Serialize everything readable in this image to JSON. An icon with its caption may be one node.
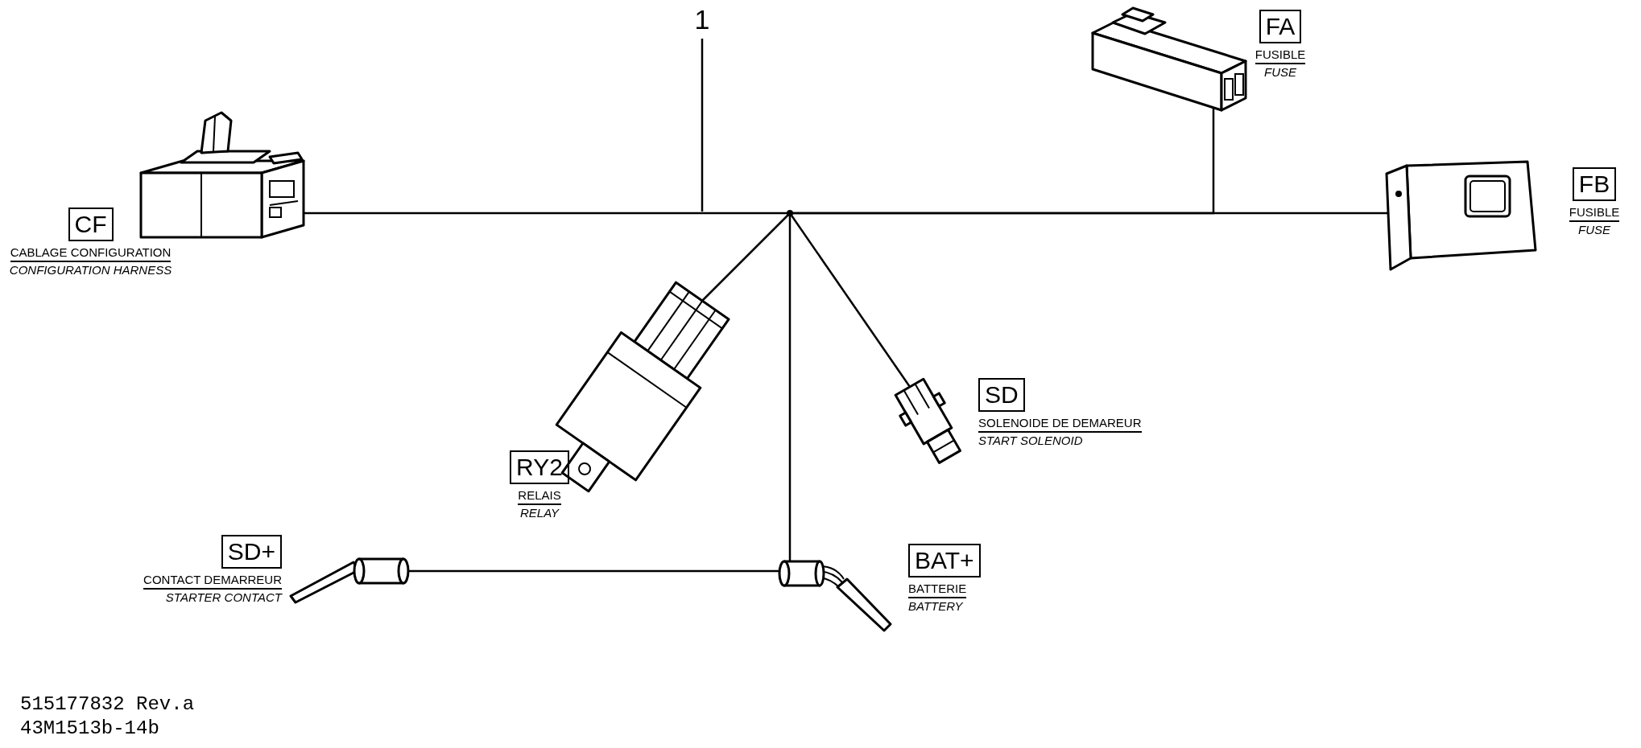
{
  "diagram": {
    "nodes": [
      {
        "text": [
          "CF",
          "CABLAGE CONFIGURATION",
          "CONFIGURATION HARNESS"
        ]
      },
      {
        "text": [
          "FA",
          "FUSIBLE",
          "FUSE"
        ]
      },
      {
        "text": [
          "FB",
          "FUSIBLE",
          "FUSE"
        ]
      },
      {
        "text": [
          "RY2",
          "RELAIS",
          "RELAY"
        ]
      },
      {
        "text": [
          "SD",
          "SOLENOIDE DE DEMAREUR",
          "START SOLENOID"
        ]
      },
      {
        "text": [
          "SD+",
          "CONTACT DEMARREUR",
          "STARTER CONTACT"
        ]
      },
      {
        "text": [
          "BAT+",
          "BATTERIE",
          "BATTERY"
        ]
      },
      {
        "text": [
          "1"
        ]
      },
      {
        "text": [],
        "shape": "dot"
      }
    ],
    "edges": [
      {
        "from": 0,
        "to": 8,
        "arrow": "none"
      },
      {
        "from": 8,
        "to": 2,
        "arrow": "none"
      },
      {
        "from": 1,
        "to": 8,
        "arrow": "none"
      },
      {
        "from": 3,
        "to": 8,
        "arrow": "none"
      },
      {
        "from": 4,
        "to": 8,
        "arrow": "none"
      },
      {
        "from": 8,
        "to": 6,
        "arrow": "none"
      },
      {
        "from": 5,
        "to": 6,
        "arrow": "none"
      },
      {
        "from": 7,
        "to": null,
        "arrow": "none"
      }
    ],
    "labels": [
      "515177832 Rev.a",
      "43M1513b-14b"
    ]
  }
}
